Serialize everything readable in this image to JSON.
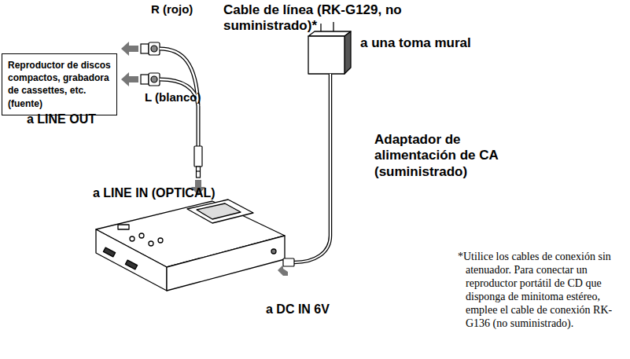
{
  "diagram": {
    "nodes": [
      {
        "text": [
          "Reproductor de discos compactos, grabadora de cassettes, etc. (fuente)"
        ]
      }
    ],
    "edges": [],
    "labels": [
      "R (rojo)",
      "Cable de línea (RK-G129, no suministrado)*",
      "a una toma mural",
      "L (blanco)",
      "a LINE OUT",
      "Adaptador de alimentación de CA (suministrado)",
      "a LINE IN (OPTICAL)",
      "a DC IN 6V",
      "*Utilice los cables de conexión sin atenuador. Para conectar un reproductor portátil de CD que disponga de minitoma estéreo, emplee el cable de conexión RK-G136 (no suministrado)."
    ]
  }
}
